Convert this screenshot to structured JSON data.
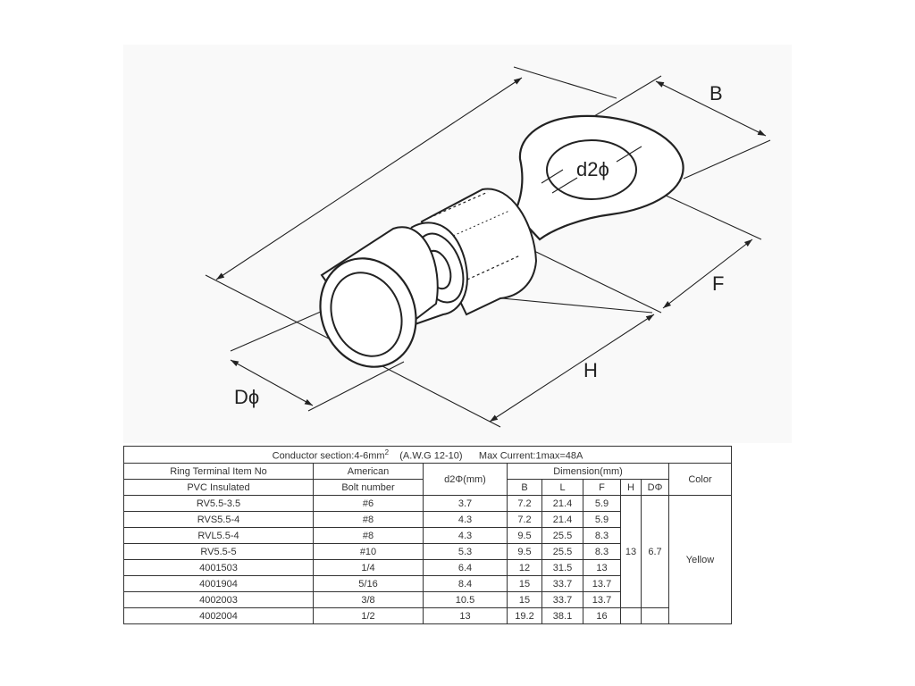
{
  "diagram": {
    "labels": {
      "b": "B",
      "f": "F",
      "h": "H",
      "d_outer": "Dϕ",
      "d_hole": "d2ϕ"
    }
  },
  "table": {
    "caption": {
      "conductor": "Conductor section:4-6mm",
      "conductor_sup": "2",
      "awg": "(A.W.G 12-10)",
      "current": "Max Current:1max=48A"
    },
    "headers": {
      "item_top": "Ring Terminal Item No",
      "item_bottom": "PVC Insulated",
      "bolt_top": "American",
      "bolt_bottom": "Bolt number",
      "d2": "d2Φ(mm)",
      "dimension": "Dimension(mm)",
      "b": "B",
      "l": "L",
      "f": "F",
      "h": "H",
      "d": "DΦ",
      "color": "Color"
    },
    "shared": {
      "h": "13",
      "d": "6.7",
      "color": "Yellow"
    },
    "rows": [
      {
        "item": "RV5.5-3.5",
        "bolt": "#6",
        "d2": "3.7",
        "b": "7.2",
        "l": "21.4",
        "f": "5.9"
      },
      {
        "item": "RVS5.5-4",
        "bolt": "#8",
        "d2": "4.3",
        "b": "7.2",
        "l": "21.4",
        "f": "5.9"
      },
      {
        "item": "RVL5.5-4",
        "bolt": "#8",
        "d2": "4.3",
        "b": "9.5",
        "l": "25.5",
        "f": "8.3"
      },
      {
        "item": "RV5.5-5",
        "bolt": "#10",
        "d2": "5.3",
        "b": "9.5",
        "l": "25.5",
        "f": "8.3"
      },
      {
        "item": "4001503",
        "bolt": "1/4",
        "d2": "6.4",
        "b": "12",
        "l": "31.5",
        "f": "13"
      },
      {
        "item": "4001904",
        "bolt": "5/16",
        "d2": "8.4",
        "b": "15",
        "l": "33.7",
        "f": "13.7"
      },
      {
        "item": "4002003",
        "bolt": "3/8",
        "d2": "10.5",
        "b": "15",
        "l": "33.7",
        "f": "13.7"
      },
      {
        "item": "4002004",
        "bolt": "1/2",
        "d2": "13",
        "b": "19.2",
        "l": "38.1",
        "f": "16"
      }
    ]
  }
}
